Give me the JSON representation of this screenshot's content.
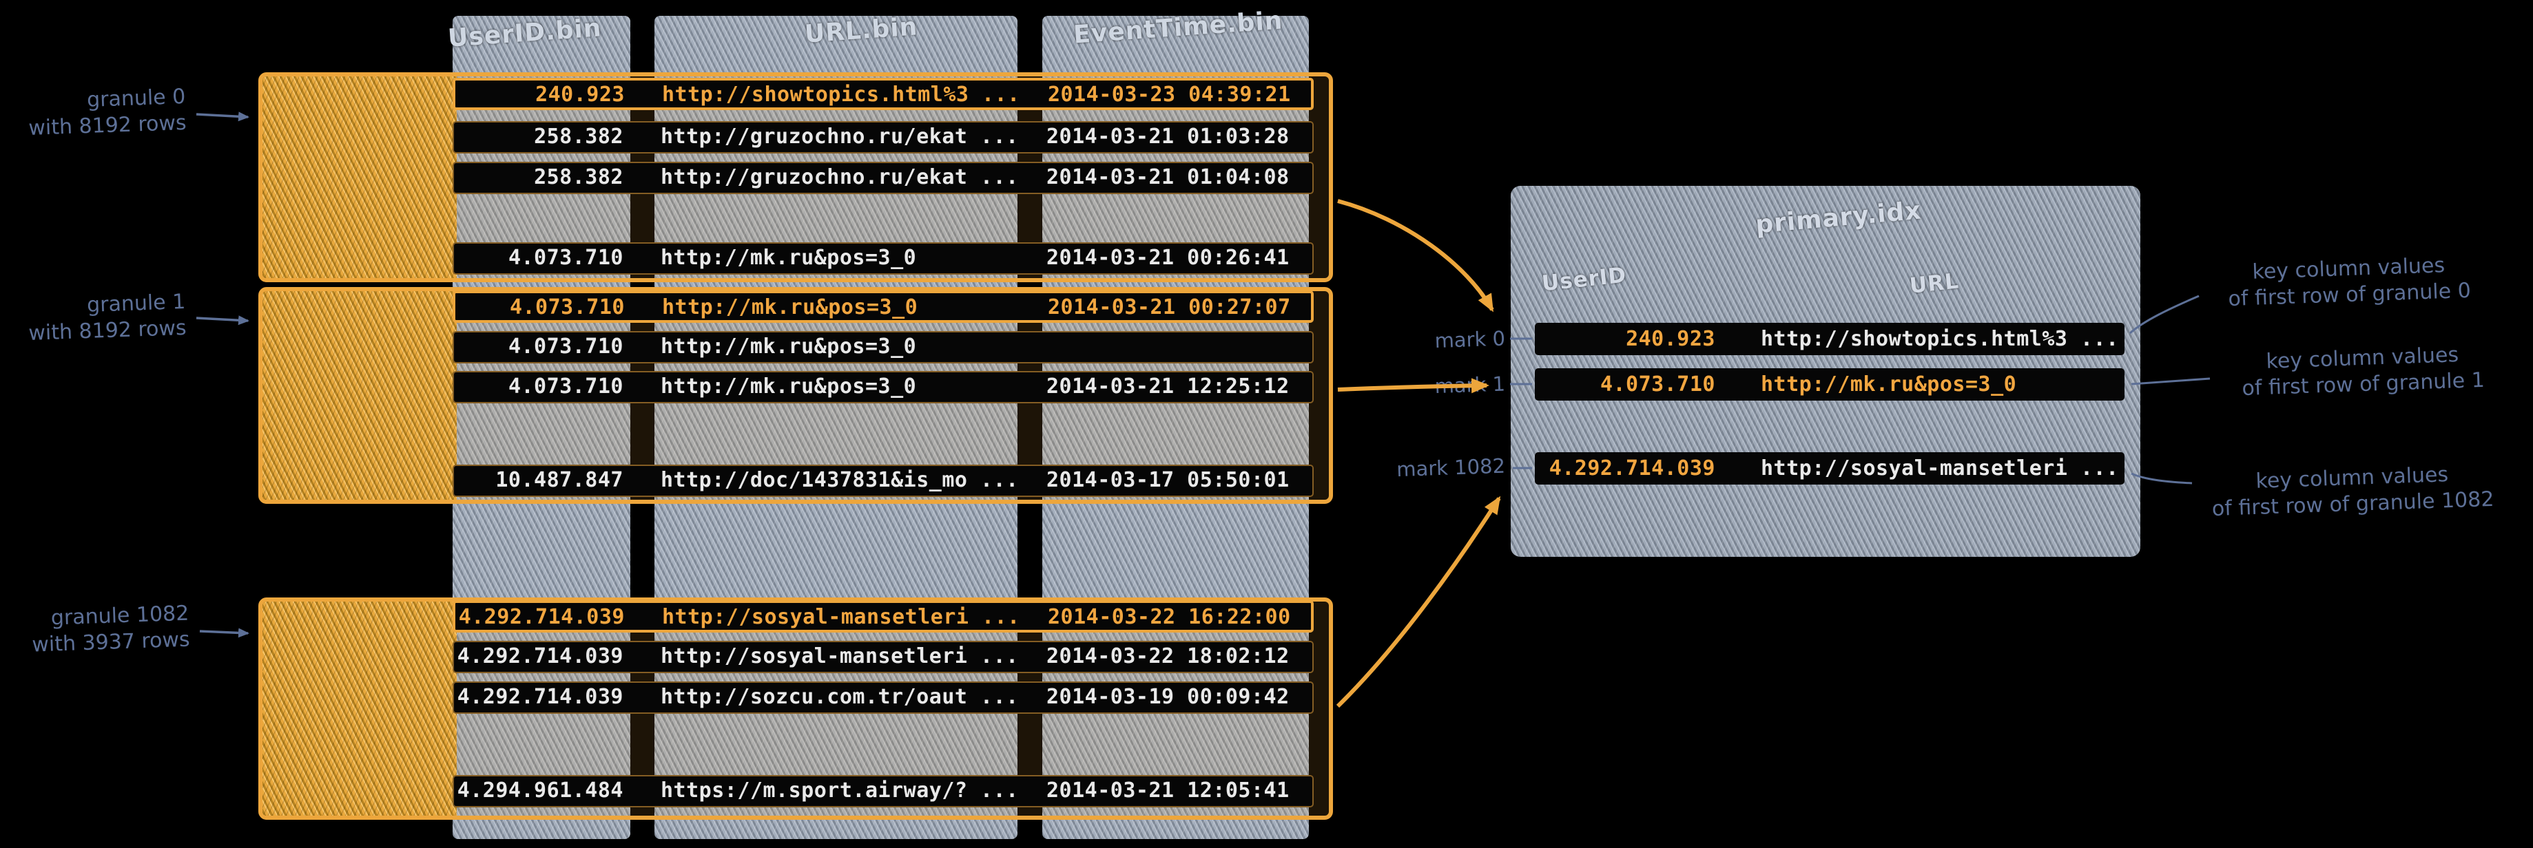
{
  "colors": {
    "background": "#000000",
    "accent_orange": "#eda63c",
    "row_text": "#e9e9e9",
    "highlight_text": "#f2a640",
    "note_blue": "#5d7097",
    "hatch_gray": "#9aa4b2"
  },
  "table": {
    "column_headers": {
      "userid": "UserID.bin",
      "url": "URL.bin",
      "eventtime": "EventTime.bin"
    },
    "granules": [
      {
        "label_line1": "granule 0",
        "label_line2": "with 8192 rows",
        "rows": [
          {
            "userid": "240.923",
            "url": "http://showtopics.html%3 ...",
            "time": "2014-03-23 04:39:21",
            "highlight": true
          },
          {
            "userid": "258.382",
            "url": "http://gruzochno.ru/ekat ...",
            "time": "2014-03-21 01:03:28",
            "highlight": false
          },
          {
            "userid": "258.382",
            "url": "http://gruzochno.ru/ekat ...",
            "time": "2014-03-21 01:04:08",
            "highlight": false
          },
          {
            "userid": "4.073.710",
            "url": "http://mk.ru&pos=3_0",
            "time": "2014-03-21 00:26:41",
            "highlight": false
          }
        ]
      },
      {
        "label_line1": "granule 1",
        "label_line2": "with 8192 rows",
        "rows": [
          {
            "userid": "4.073.710",
            "url": "http://mk.ru&pos=3_0",
            "time": "2014-03-21 00:27:07",
            "highlight": true
          },
          {
            "userid": "4.073.710",
            "url": "http://mk.ru&pos=3_0",
            "time": "",
            "highlight": false
          },
          {
            "userid": "4.073.710",
            "url": "http://mk.ru&pos=3_0",
            "time": "2014-03-21 12:25:12",
            "highlight": false
          },
          {
            "userid": "10.487.847",
            "url": "http://doc/1437831&is_mo ...",
            "time": "2014-03-17 05:50:01",
            "highlight": false
          }
        ]
      },
      {
        "label_line1": "granule 1082",
        "label_line2": "with 3937 rows",
        "rows": [
          {
            "userid": "4.292.714.039",
            "url": "http://sosyal-mansetleri ...",
            "time": "2014-03-22 16:22:00",
            "highlight": true
          },
          {
            "userid": "4.292.714.039",
            "url": "http://sosyal-mansetleri ...",
            "time": "2014-03-22 18:02:12",
            "highlight": false
          },
          {
            "userid": "4.292.714.039",
            "url": "http://sozcu.com.tr/oaut ...",
            "time": "2014-03-19 00:09:42",
            "highlight": false
          },
          {
            "userid": "4.294.961.484",
            "url": "https://m.sport.airway/? ...",
            "time": "2014-03-21 12:05:41",
            "highlight": false
          }
        ]
      }
    ]
  },
  "index": {
    "title": "primary.idx",
    "column_headers": {
      "userid": "UserID",
      "url": "URL"
    },
    "marks": [
      {
        "label": "mark 0",
        "userid": "240.923",
        "url": "http://showtopics.html%3 ..."
      },
      {
        "label": "mark 1",
        "userid": "4.073.710",
        "url": "http://mk.ru&pos=3_0"
      },
      {
        "label": "mark 1082",
        "userid": "4.292.714.039",
        "url": "http://sosyal-mansetleri ..."
      }
    ]
  },
  "annotations": [
    {
      "line1": "key column values",
      "line2": "of first row of granule 0"
    },
    {
      "line1": "key column values",
      "line2": "of first row of granule 1"
    },
    {
      "line1": "key column values",
      "line2": "of first row of granule 1082"
    }
  ]
}
